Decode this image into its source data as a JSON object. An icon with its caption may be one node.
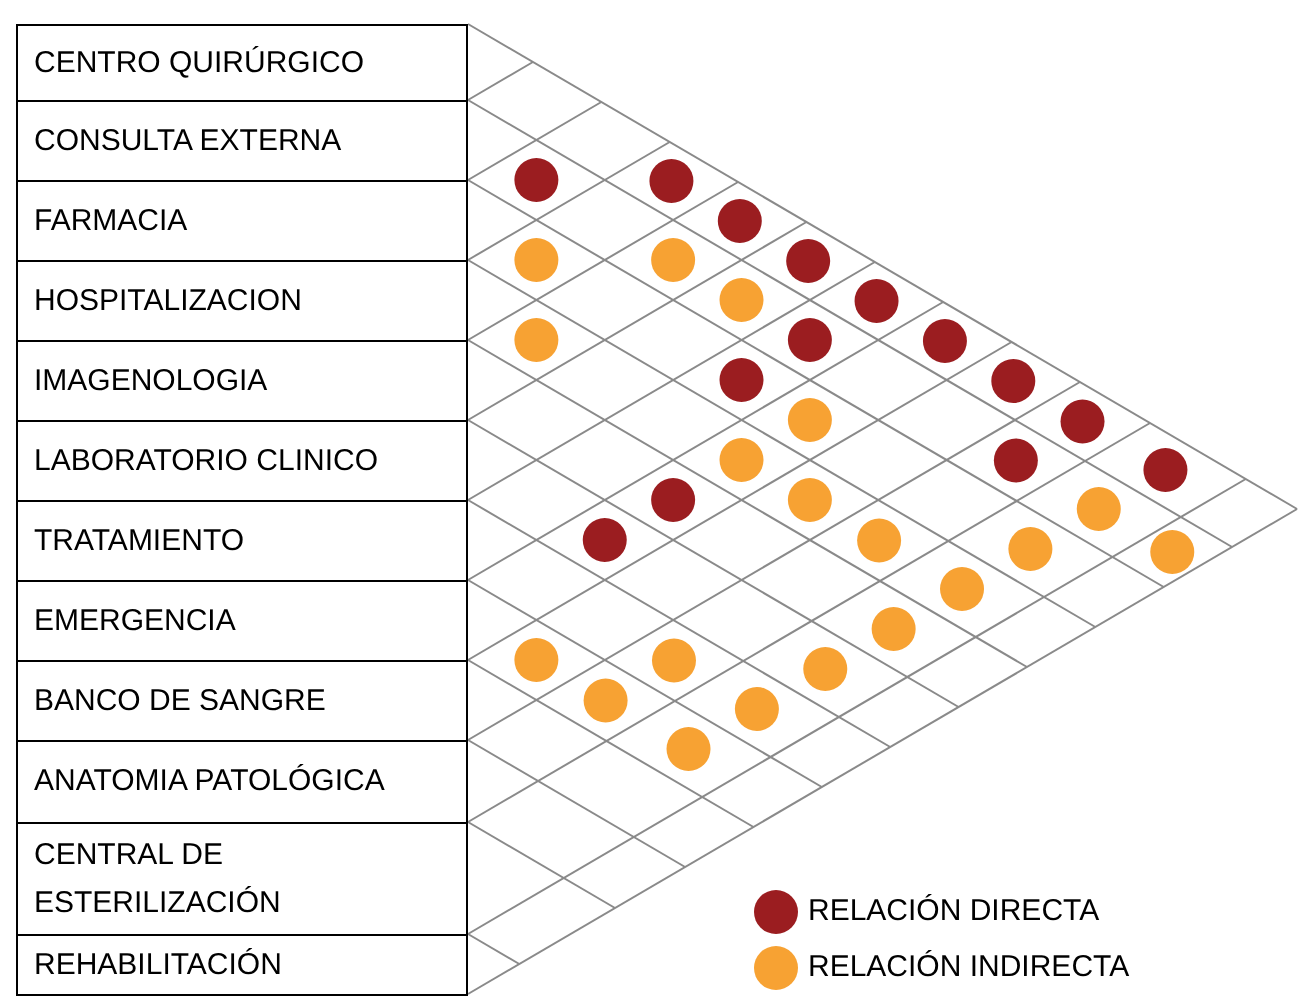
{
  "diagram": {
    "nodes": [
      {
        "text": [
          "CENTRO QUIRÚRGICO"
        ]
      },
      {
        "text": [
          "CONSULTA EXTERNA"
        ]
      },
      {
        "text": [
          "FARMACIA"
        ]
      },
      {
        "text": [
          "HOSPITALIZACION"
        ]
      },
      {
        "text": [
          "IMAGENOLOGIA"
        ]
      },
      {
        "text": [
          "LABORATORIO CLINICO"
        ]
      },
      {
        "text": [
          "TRATAMIENTO"
        ]
      },
      {
        "text": [
          "EMERGENCIA"
        ]
      },
      {
        "text": [
          "BANCO DE SANGRE"
        ]
      },
      {
        "text": [
          "ANATOMIA PATOLÓGICA"
        ]
      },
      {
        "text": [
          "CENTRAL DE ESTERILIZACIÓN"
        ]
      },
      {
        "text": [
          "REHABILITACIÓN"
        ]
      }
    ],
    "legend": [
      {
        "text": "RELACIÓN DIRECTA",
        "color": "#9b1d20"
      },
      {
        "text": "RELACIÓN INDIRECTA",
        "color": "#f7a233"
      }
    ]
  }
}
